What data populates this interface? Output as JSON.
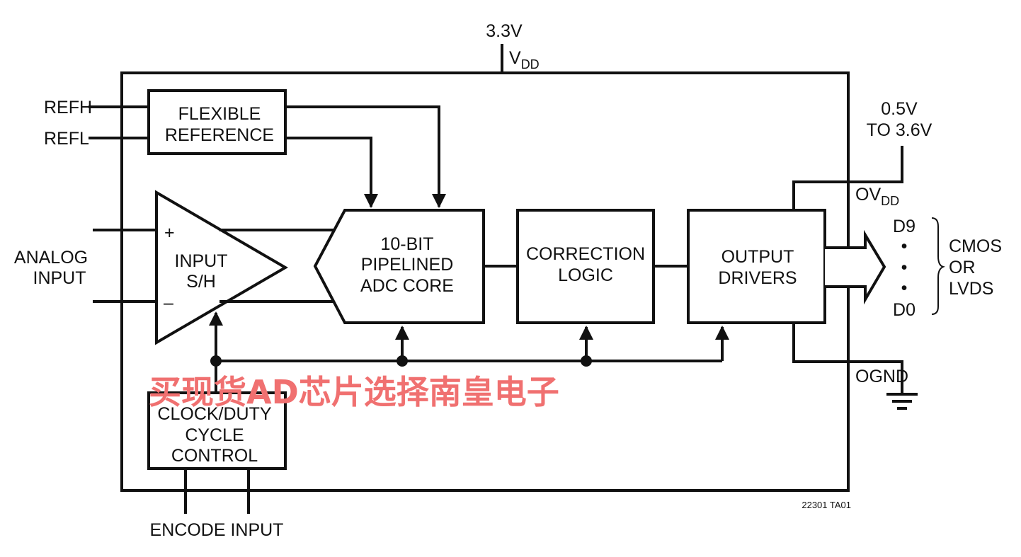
{
  "supply": {
    "voltage": "3.3V",
    "vdd": "V",
    "vdd_sub": "DD"
  },
  "ovdd": {
    "range_line1": "0.5V",
    "range_line2": "TO 3.6V",
    "label": "OV",
    "label_sub": "DD"
  },
  "ognd": "OGND",
  "inputs": {
    "refh": "REFH",
    "refl": "REFL",
    "analog_line1": "ANALOG",
    "analog_line2": "INPUT",
    "encode": "ENCODE INPUT"
  },
  "blocks": {
    "flexible_reference": [
      "FLEXIBLE",
      "REFERENCE"
    ],
    "input_sh": [
      "INPUT",
      "S/H"
    ],
    "adc_core": [
      "10-BIT",
      "PIPELINED",
      "ADC CORE"
    ],
    "correction_logic": [
      "CORRECTION",
      "LOGIC"
    ],
    "output_drivers": [
      "OUTPUT",
      "DRIVERS"
    ],
    "clock_control": [
      "CLOCK/DUTY",
      "CYCLE",
      "CONTROL"
    ]
  },
  "amp_signs": {
    "plus": "+",
    "minus": "–"
  },
  "outputs": {
    "msb": "D9",
    "lsb": "D0",
    "dots": [
      "•",
      "•",
      "•"
    ],
    "types": [
      "CMOS",
      "OR",
      "LVDS"
    ]
  },
  "figure_id": "22301 TA01",
  "watermark": "买现货AD芯片选择南皇电子"
}
